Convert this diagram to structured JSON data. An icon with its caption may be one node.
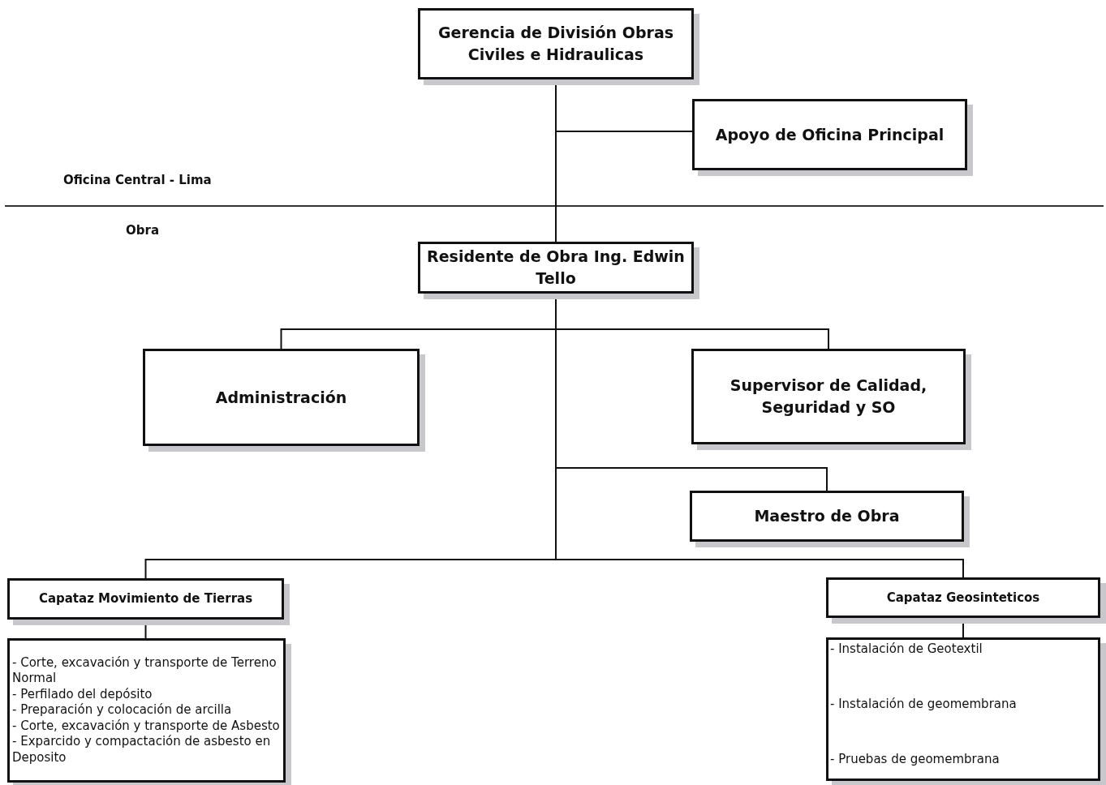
{
  "diagram": {
    "nodes": [
      {
        "text": [
          "Gerencia de División Obras Civiles e Hidraulicas"
        ]
      },
      {
        "text": [
          "Apoyo de Oficina Principal"
        ]
      },
      {
        "text": [
          "Residente de Obra Ing. Edwin Tello"
        ]
      },
      {
        "text": [
          "Administración"
        ]
      },
      {
        "text": [
          "Supervisor de Calidad, Seguridad y SO"
        ]
      },
      {
        "text": [
          "Maestro de Obra"
        ]
      },
      {
        "text": [
          "Capataz Movimiento de Tierras"
        ]
      },
      {
        "text": [
          "Capataz Geosinteticos"
        ]
      },
      {
        "text": [
          "- Corte, excavación y transporte de Terreno Normal",
          "- Perfilado del depósito",
          "- Preparación y colocación de arcilla",
          "- Corte, excavación y transporte de Asbesto",
          "- Exparcido y compactación de asbesto en Deposito"
        ]
      },
      {
        "text": [
          "- Instalación de Geotextil",
          "- Instalación de geomembrana",
          "- Pruebas de geomembrana"
        ]
      }
    ],
    "edges": [
      {
        "from": 0,
        "to": 1,
        "arrow": "none"
      },
      {
        "from": 0,
        "to": 2,
        "arrow": "none"
      },
      {
        "from": 2,
        "to": 3,
        "arrow": "none"
      },
      {
        "from": 2,
        "to": 4,
        "arrow": "none"
      },
      {
        "from": 2,
        "to": 5,
        "arrow": "none"
      },
      {
        "from": 2,
        "to": 6,
        "arrow": "none"
      },
      {
        "from": 2,
        "to": 7,
        "arrow": "none"
      },
      {
        "from": 6,
        "to": 8,
        "arrow": "none"
      },
      {
        "from": 7,
        "to": 9,
        "arrow": "none"
      }
    ],
    "labels": [
      "Oficina Central - Lima",
      "Obra"
    ]
  }
}
